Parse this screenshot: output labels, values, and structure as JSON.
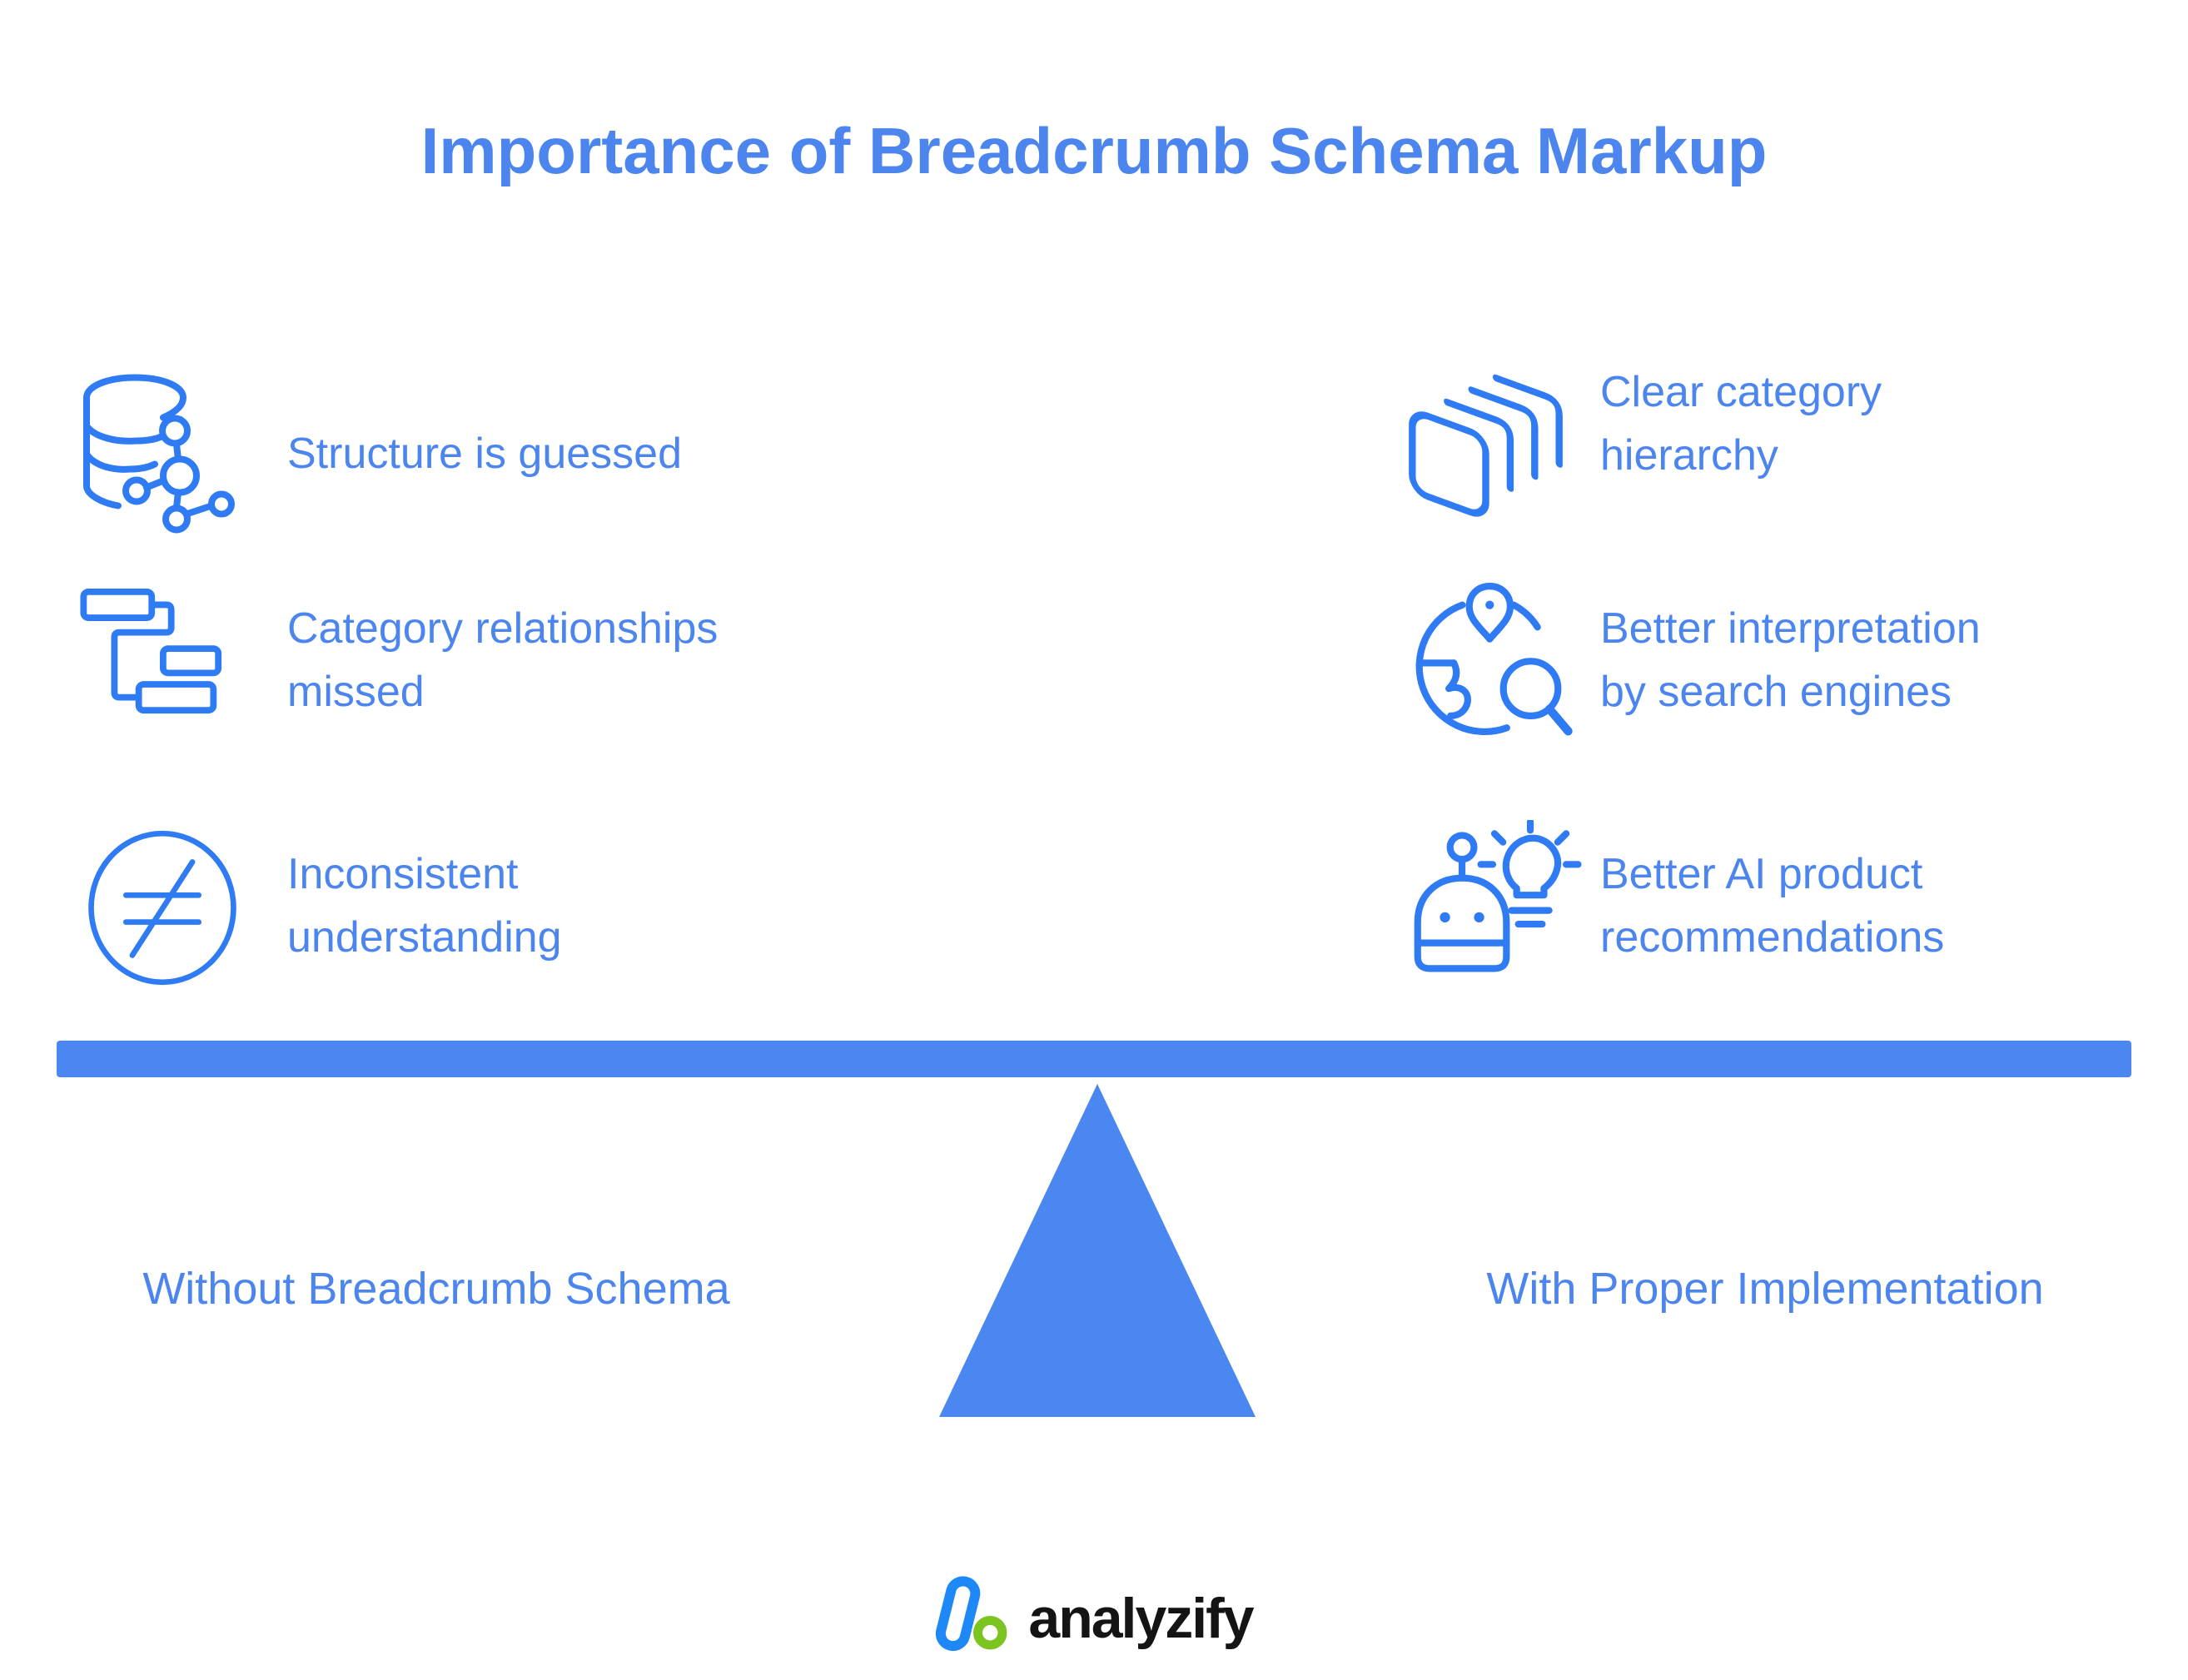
{
  "title": "Importance of Breadcrumb Schema Markup",
  "left_items": [
    {
      "icon": "database-structure-icon",
      "text": "Structure is guessed"
    },
    {
      "icon": "category-sitemap-icon",
      "text": "Category relationships\nmissed"
    },
    {
      "icon": "not-equal-icon",
      "text": "Inconsistent\nunderstanding"
    }
  ],
  "right_items": [
    {
      "icon": "layers-icon",
      "text": "Clear category\nhierarchy"
    },
    {
      "icon": "globe-search-icon",
      "text": "Better interpretation\nby search engines"
    },
    {
      "icon": "robot-idea-icon",
      "text": "Better AI product\nrecommendations"
    }
  ],
  "balance": {
    "left_label": "Without Breadcrumb Schema",
    "right_label": "With Proper Implementation"
  },
  "footer": {
    "brand": "analyzify"
  },
  "colors": {
    "text_blue": "#4c85ee",
    "icon_stroke": "#2f7bf3",
    "beam_fill": "#4b87f0",
    "logo_blue": "#1e88f7",
    "logo_green": "#7cc520",
    "logo_text": "#141414"
  }
}
